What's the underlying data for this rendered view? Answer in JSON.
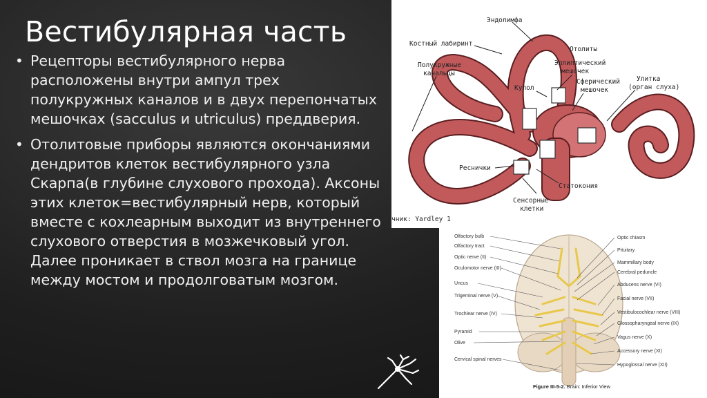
{
  "slide": {
    "title": "Вестибулярная часть",
    "bullets": [
      "Рецепторы вестибулярного нерва расположены внутри ампул трех полукружных каналов и в двух перепончатых мешочках (sacculus и utriculus) преддверия.",
      "Отолитовые приборы являются окончаниями дендритов клеток вестибулярного узла Скарпа(в глубине слухового прохода). Аксоны этих клеток=вестибулярный нерв, который вместе с кохлеарным выходит из внутреннего слухового отверстия в мозжечковый угол. Далее проникает в ствол мозга на границе между мостом и продолговатым мозгом."
    ]
  },
  "ear_figure": {
    "labels": {
      "endolymph": "Эндолимфа",
      "bony_labyrinth": "Костный лабиринт",
      "otoliths": "Отолиты",
      "semicircular_1": "Полукружные",
      "semicircular_2": "канальцы",
      "elliptic_1": "Эллиптический",
      "elliptic_2": "мешочек",
      "cupula": "Купол",
      "spherical_1": "Сферический",
      "spherical_2": "мешочек",
      "cochlea_1": "Улитка",
      "cochlea_2": "(орган слуха)",
      "cilia": "Реснички",
      "statoconia": "Статокония",
      "sensory_1": "Сенсорные",
      "sensory_2": "клетки",
      "source": "чник: Yardley 1"
    }
  },
  "brain_figure": {
    "left_labels": [
      "Olfactory bulb",
      "Olfactory tract",
      "Optic nerve (II)",
      "Oculomotor nerve (III)",
      "Uncus",
      "Trigeminal nerve (V)",
      "Trochlear nerve (IV)",
      "Pyramid",
      "Olive",
      "Cervical spinal nerves"
    ],
    "right_labels": [
      "Optic chiasm",
      "Pituitary",
      "Mammillary body",
      "Cerebral peduncle",
      "Abducens nerve (VI)",
      "Facial nerve (VII)",
      "Vestibulocochlear nerve (VIII)",
      "Glossopharyngeal nerve (IX)",
      "Vagus nerve (X)",
      "Accessory nerve (XI)",
      "Hypoglossal nerve (XII)"
    ],
    "caption_bold": "Figure III-5-2.",
    "caption_rest": " Brain: Inferior View"
  },
  "colors": {
    "background": "#1f1f1f",
    "labyrinth": "#c25a5c",
    "labyrinth_outline": "#5a1e20",
    "nerves": "#e8c84a"
  },
  "icons": [
    "neuron-icon"
  ]
}
